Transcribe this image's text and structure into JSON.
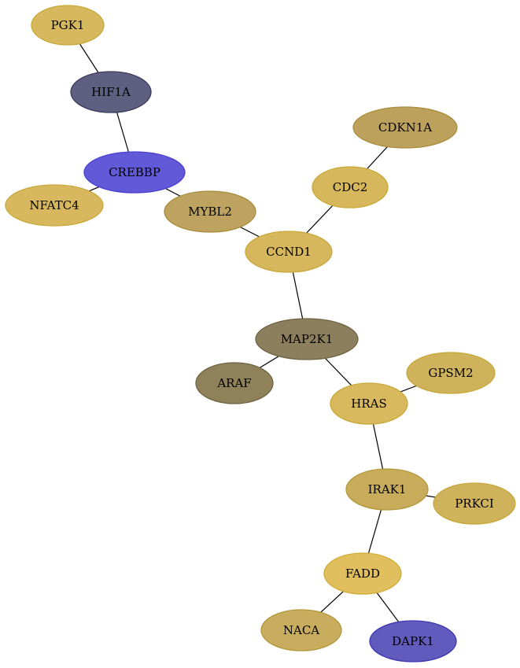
{
  "network": {
    "nodes": [
      {
        "id": "PGK1",
        "label": "PGK1",
        "fill": "#d6b95e",
        "stroke": "#c8a838"
      },
      {
        "id": "HIF1A",
        "label": "HIF1A",
        "fill": "#5f5f82",
        "stroke": "#3c3c60"
      },
      {
        "id": "CREBBP",
        "label": "CREBBP",
        "fill": "#6159d8",
        "stroke": "#4a3fcf"
      },
      {
        "id": "NFATC4",
        "label": "NFATC4",
        "fill": "#d7b85e",
        "stroke": "#c8a838"
      },
      {
        "id": "MYBL2",
        "label": "MYBL2",
        "fill": "#bda35f",
        "stroke": "#a88c3c"
      },
      {
        "id": "CDKN1A",
        "label": "CDKN1A",
        "fill": "#bca15c",
        "stroke": "#a88c3c"
      },
      {
        "id": "CDC2",
        "label": "CDC2",
        "fill": "#d6b75c",
        "stroke": "#c8a838"
      },
      {
        "id": "CCND1",
        "label": "CCND1",
        "fill": "#d6b75e",
        "stroke": "#c8a838"
      },
      {
        "id": "MAP2K1",
        "label": "MAP2K1",
        "fill": "#8c7f5d",
        "stroke": "#6e6240"
      },
      {
        "id": "ARAF",
        "label": "ARAF",
        "fill": "#8f8159",
        "stroke": "#6e6240"
      },
      {
        "id": "GPSM2",
        "label": "GPSM2",
        "fill": "#cfb35c",
        "stroke": "#c8a838"
      },
      {
        "id": "HRAS",
        "label": "HRAS",
        "fill": "#d8b95e",
        "stroke": "#c8a838"
      },
      {
        "id": "IRAK1",
        "label": "IRAK1",
        "fill": "#c9ab5c",
        "stroke": "#b39838"
      },
      {
        "id": "PRKCI",
        "label": "PRKCI",
        "fill": "#cfb25c",
        "stroke": "#c8a838"
      },
      {
        "id": "FADD",
        "label": "FADD",
        "fill": "#e2bf5e",
        "stroke": "#d1ad38"
      },
      {
        "id": "NACA",
        "label": "NACA",
        "fill": "#c9ad5f",
        "stroke": "#b39838"
      },
      {
        "id": "DAPK1",
        "label": "DAPK1",
        "fill": "#615bbd",
        "stroke": "#3f37b0"
      }
    ],
    "edges": [
      [
        "PGK1",
        "HIF1A"
      ],
      [
        "HIF1A",
        "CREBBP"
      ],
      [
        "CREBBP",
        "NFATC4"
      ],
      [
        "CREBBP",
        "MYBL2"
      ],
      [
        "MYBL2",
        "CCND1"
      ],
      [
        "CDKN1A",
        "CDC2"
      ],
      [
        "CDC2",
        "CCND1"
      ],
      [
        "CCND1",
        "MAP2K1"
      ],
      [
        "MAP2K1",
        "ARAF"
      ],
      [
        "MAP2K1",
        "HRAS"
      ],
      [
        "HRAS",
        "GPSM2"
      ],
      [
        "HRAS",
        "IRAK1"
      ],
      [
        "IRAK1",
        "PRKCI"
      ],
      [
        "IRAK1",
        "FADD"
      ],
      [
        "FADD",
        "NACA"
      ],
      [
        "FADD",
        "DAPK1"
      ]
    ]
  }
}
